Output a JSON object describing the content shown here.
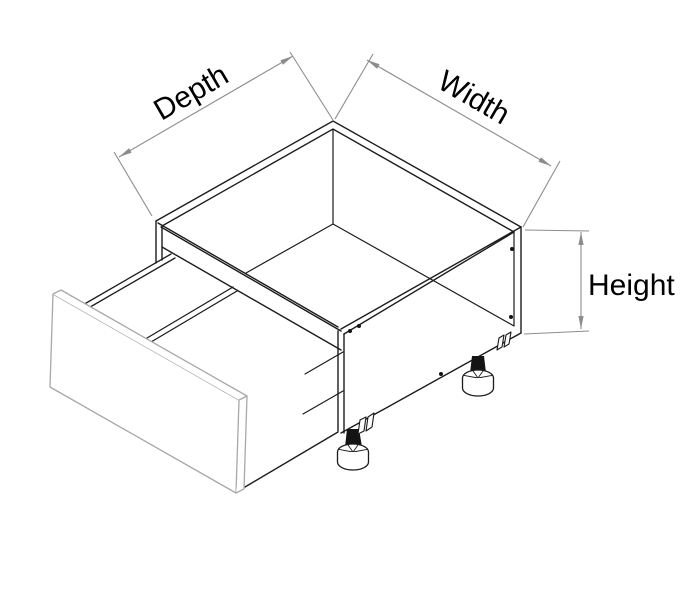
{
  "diagram": {
    "kind": "isometric-cabinet-drawer-dimension-drawing",
    "labels": {
      "depth": "Depth",
      "width": "Width",
      "height": "Height"
    },
    "colors": {
      "outline": "#1c1c1c",
      "dimension_lines": "#8c8c8c",
      "drawer_panel_edge": "#a8a8a8",
      "label_text": "#000000",
      "background": "#ffffff"
    }
  }
}
